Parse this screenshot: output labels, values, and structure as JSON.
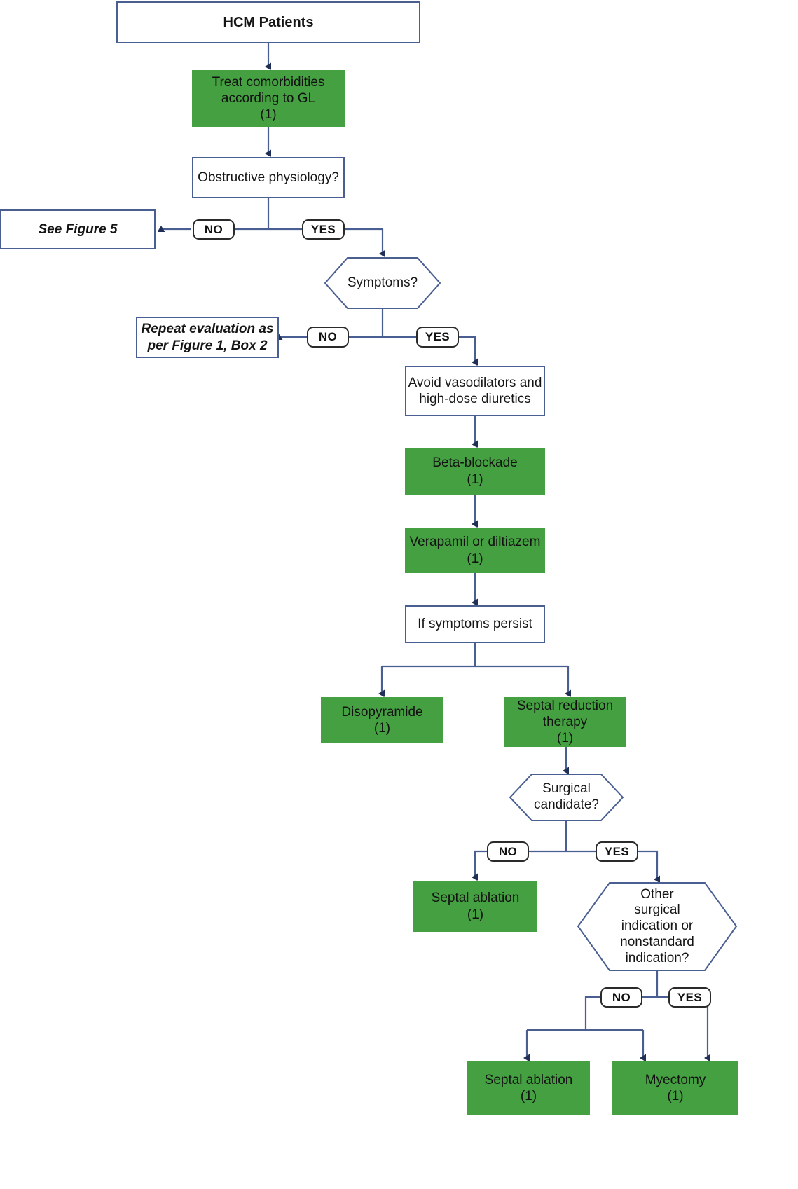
{
  "figure": {
    "title": "HCM obstructive physiology management algorithm",
    "colors": {
      "green_fill": "#45a041",
      "box_border": "#4a5f91",
      "wire": "#4a5f91",
      "arrowhead": "#1f2f55",
      "pill_border": "#2a2a2a",
      "text": "#151515"
    }
  },
  "nodes": {
    "hcm_patients": {
      "label": "HCM Patients",
      "shape": "rect",
      "style": "plain-bold"
    },
    "treat_comorbidities": {
      "label": "Treat comorbidities\naccording to GL\n(1)",
      "shape": "rect",
      "style": "green"
    },
    "obstructive_physiology": {
      "label": "Obstructive physiology?",
      "shape": "rect",
      "style": "plain"
    },
    "see_figure_5": {
      "label": "See Figure 5",
      "shape": "rect",
      "style": "plain-italic"
    },
    "symptoms": {
      "label": "Symptoms?",
      "shape": "hexagon",
      "style": "plain"
    },
    "repeat_evaluation": {
      "label": "Repeat evaluation as\nper Figure 1, Box 2",
      "shape": "rect",
      "style": "plain-italic"
    },
    "avoid_vasodilators": {
      "label": "Avoid vasodilators and\nhigh-dose diuretics",
      "shape": "rect",
      "style": "plain"
    },
    "beta_blockade": {
      "label": "Beta-blockade\n(1)",
      "shape": "rect",
      "style": "green"
    },
    "verapamil_diltiazem": {
      "label": "Verapamil or diltiazem\n(1)",
      "shape": "rect",
      "style": "green"
    },
    "if_symptoms_persist": {
      "label": "If symptoms persist",
      "shape": "rect",
      "style": "plain"
    },
    "disopyramide": {
      "label": "Disopyramide\n(1)",
      "shape": "rect",
      "style": "green"
    },
    "septal_reduction_therapy": {
      "label": "Septal reduction\ntherapy\n(1)",
      "shape": "rect",
      "style": "green"
    },
    "surgical_candidate": {
      "label": "Surgical\ncandidate?",
      "shape": "hexagon",
      "style": "plain"
    },
    "septal_ablation_1": {
      "label": "Septal ablation\n(1)",
      "shape": "rect",
      "style": "green"
    },
    "other_surgical_indication": {
      "label": "Other\nsurgical\nindication or\nnonstandard\nindication?",
      "shape": "hexagon",
      "style": "plain"
    },
    "septal_ablation_2": {
      "label": "Septal ablation\n(1)",
      "shape": "rect",
      "style": "green"
    },
    "myectomy": {
      "label": "Myectomy\n(1)",
      "shape": "rect",
      "style": "green"
    }
  },
  "decision_labels": {
    "obstructive_no": "NO",
    "obstructive_yes": "YES",
    "symptoms_no": "NO",
    "symptoms_yes": "YES",
    "surgical_no": "NO",
    "surgical_yes": "YES",
    "other_indication_no": "NO",
    "other_indication_yes": "YES"
  }
}
